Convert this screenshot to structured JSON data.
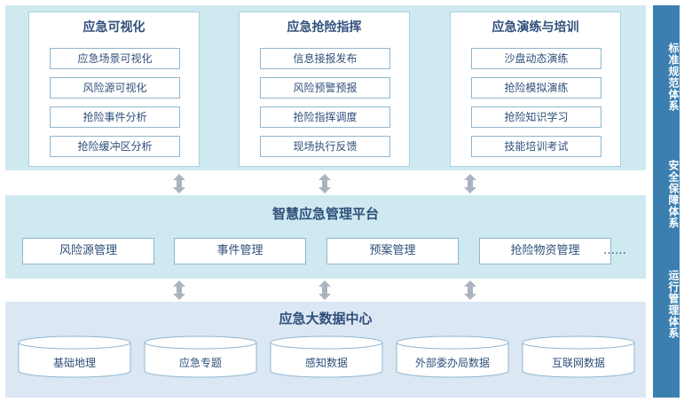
{
  "modules": [
    {
      "title": "应急可视化",
      "items": [
        "应急场景可视化",
        "风险源可视化",
        "抢险事件分析",
        "抢险缓冲区分析"
      ]
    },
    {
      "title": "应急抢险指挥",
      "items": [
        "信息接报发布",
        "风险预警预报",
        "抢险指挥调度",
        "现场执行反馈"
      ]
    },
    {
      "title": "应急演练与培训",
      "items": [
        "沙盘动态演练",
        "抢险模拟演练",
        "抢险知识学习",
        "技能培训考试"
      ]
    }
  ],
  "platform": {
    "title": "智慧应急管理平台",
    "items": [
      "风险源管理",
      "事件管理",
      "预案管理",
      "抢险物资管理"
    ],
    "ellipsis": "……"
  },
  "datacenter": {
    "title": "应急大数据中心",
    "items": [
      "基础地理",
      "应急专题",
      "感知数据",
      "外部委办局数据",
      "互联网数据"
    ]
  },
  "side": [
    "标准规范体系",
    "安全保障体系",
    "运行管理体系"
  ],
  "colors": {
    "top_bg": "#cfe9f1",
    "bottom_bg": "#dce7f4",
    "side_bg": "#3b7fb1",
    "text": "#2f4f7a",
    "arrow": "#a9b4c0"
  }
}
